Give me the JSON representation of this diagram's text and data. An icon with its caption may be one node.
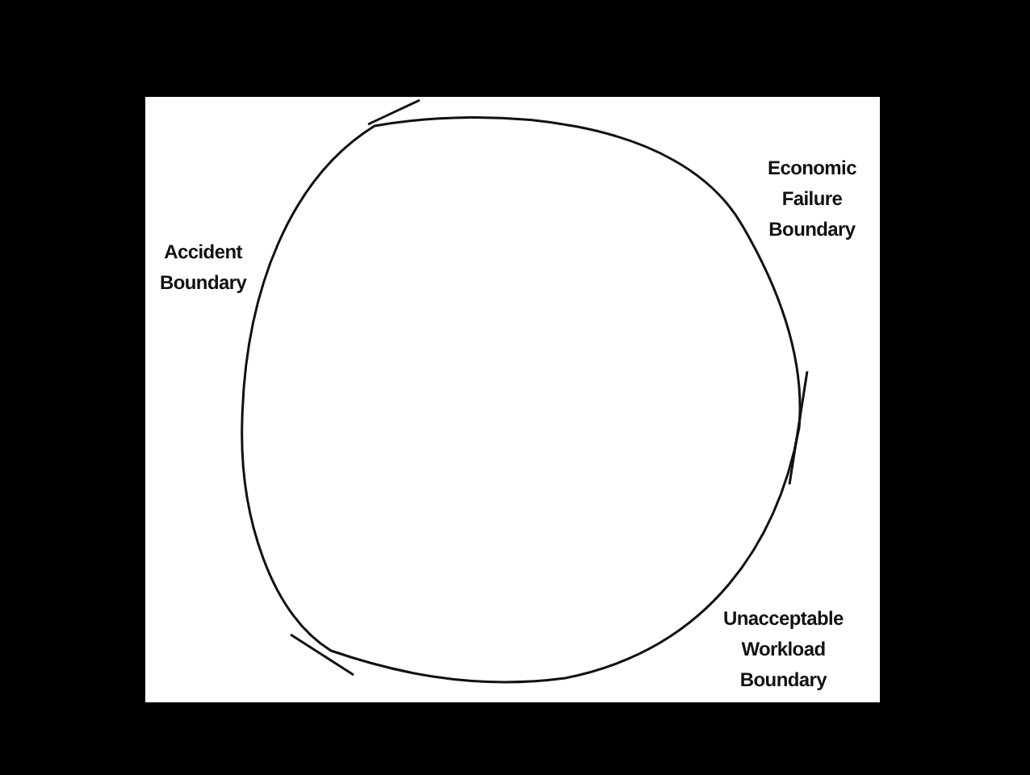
{
  "diagram": {
    "labels": [
      "Economic Failure Boundary",
      "Accident Boundary",
      "Unacceptable Workload Boundary"
    ]
  }
}
